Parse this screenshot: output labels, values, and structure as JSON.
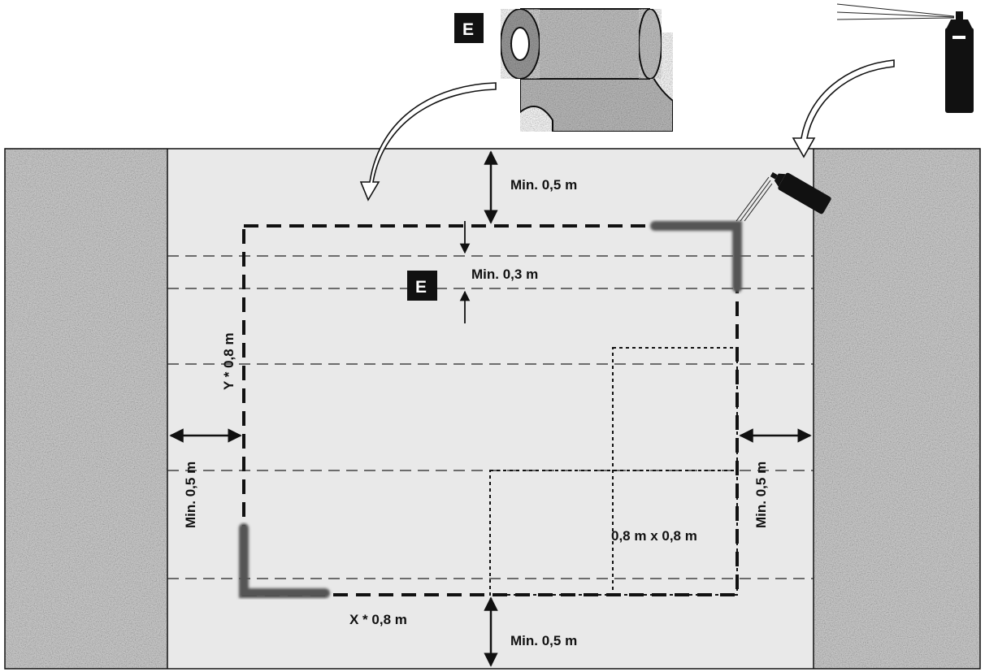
{
  "labels": {
    "top_margin": "Min. 0,5 m",
    "strip_gap": "Min. 0,3 m",
    "left_margin": "Min. 0,5 m",
    "right_margin": "Min. 0,5 m",
    "bottom_margin": "Min. 0,5 m",
    "height_formula": "Y * 0,8 m",
    "width_formula": "X * 0,8 m",
    "tile_size": "0,8 m x 0,8 m"
  },
  "badges": {
    "roll_badge": "E",
    "strip_badge": "E"
  },
  "icons": {
    "roll": "fleece-roll-icon",
    "spray_can": "spray-can-icon",
    "spray_can_tilted": "spray-can-tilted-icon"
  },
  "colors": {
    "background": "#ffffff",
    "panel_fill": "#e9e9e9",
    "textured_fill": "#c9c9c9",
    "marking": "#555555",
    "line": "#111111"
  }
}
